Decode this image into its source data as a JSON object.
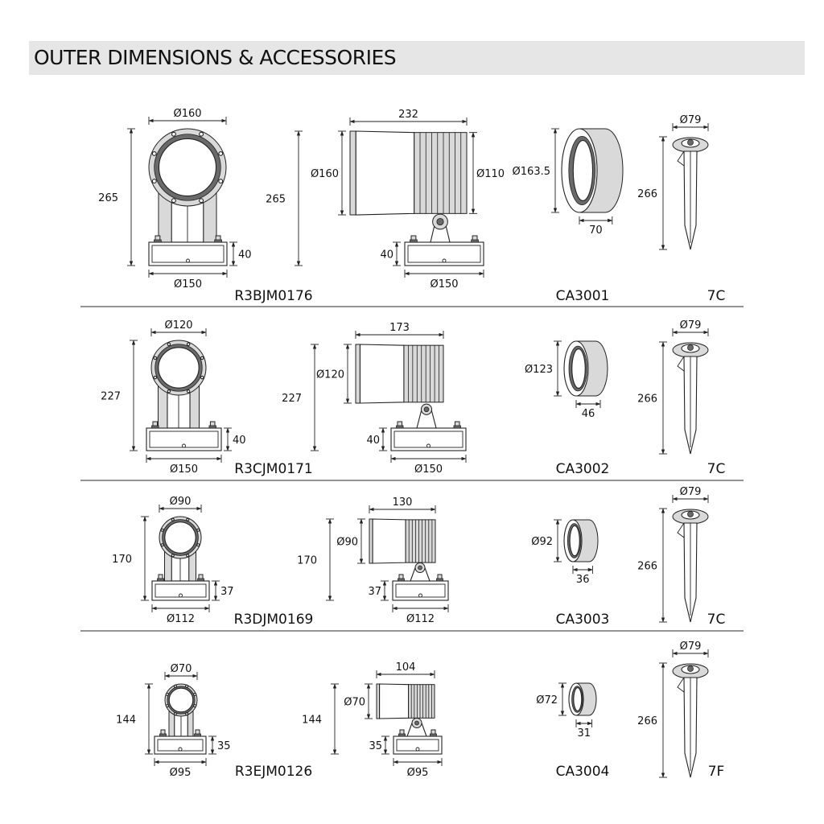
{
  "title": "OUTER DIMENSIONS & ACCESSORIES",
  "rows": [
    {
      "front": {
        "diameter": "Ø160",
        "height": "265",
        "base_height": "40",
        "base_diameter": "Ø150"
      },
      "side": {
        "length": "232",
        "diameter": "Ø160",
        "height": "265",
        "fin_height": "Ø110",
        "base_height": "40",
        "base_diameter": "Ø150"
      },
      "model": "R3BJM0176",
      "accessory": {
        "diameter": "Ø163.5",
        "depth": "70",
        "code": "CA3001"
      },
      "spike": {
        "diameter": "Ø79",
        "height": "266",
        "code": "7C"
      }
    },
    {
      "front": {
        "diameter": "Ø120",
        "height": "227",
        "base_height": "40",
        "base_diameter": "Ø150"
      },
      "side": {
        "length": "173",
        "diameter": "Ø120",
        "height": "227",
        "base_height": "40",
        "base_diameter": "Ø150"
      },
      "model": "R3CJM0171",
      "accessory": {
        "diameter": "Ø123",
        "depth": "46",
        "code": "CA3002"
      },
      "spike": {
        "diameter": "Ø79",
        "height": "266",
        "code": "7C"
      }
    },
    {
      "front": {
        "diameter": "Ø90",
        "height": "170",
        "base_height": "37",
        "base_diameter": "Ø112"
      },
      "side": {
        "length": "130",
        "diameter": "Ø90",
        "height": "170",
        "base_height": "37",
        "base_diameter": "Ø112"
      },
      "model": "R3DJM0169",
      "accessory": {
        "diameter": "Ø92",
        "depth": "36",
        "code": "CA3003"
      },
      "spike": {
        "diameter": "Ø79",
        "height": "266",
        "code": "7C"
      }
    },
    {
      "front": {
        "diameter": "Ø70",
        "height": "144",
        "base_height": "35",
        "base_diameter": "Ø95"
      },
      "side": {
        "length": "104",
        "diameter": "Ø70",
        "height": "144",
        "base_height": "35",
        "base_diameter": "Ø95"
      },
      "model": "R3EJM0126",
      "accessory": {
        "diameter": "Ø72",
        "depth": "31",
        "code": "CA3004"
      },
      "spike": {
        "diameter": "Ø79",
        "height": "266",
        "code": "7F"
      }
    }
  ]
}
